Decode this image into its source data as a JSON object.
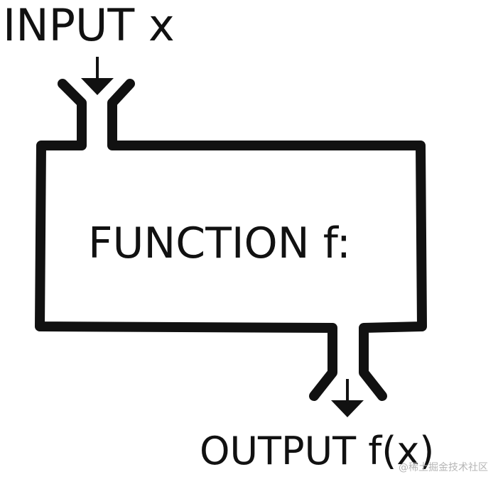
{
  "diagram": {
    "input_label": "INPUT x",
    "function_label": "FUNCTION f:",
    "output_label": "OUTPUT f(x)"
  },
  "watermark": {
    "text": "@稀土掘金技术社区"
  },
  "colors": {
    "stroke": "#111111",
    "background": "#ffffff",
    "watermark": "#b5b5b5"
  }
}
